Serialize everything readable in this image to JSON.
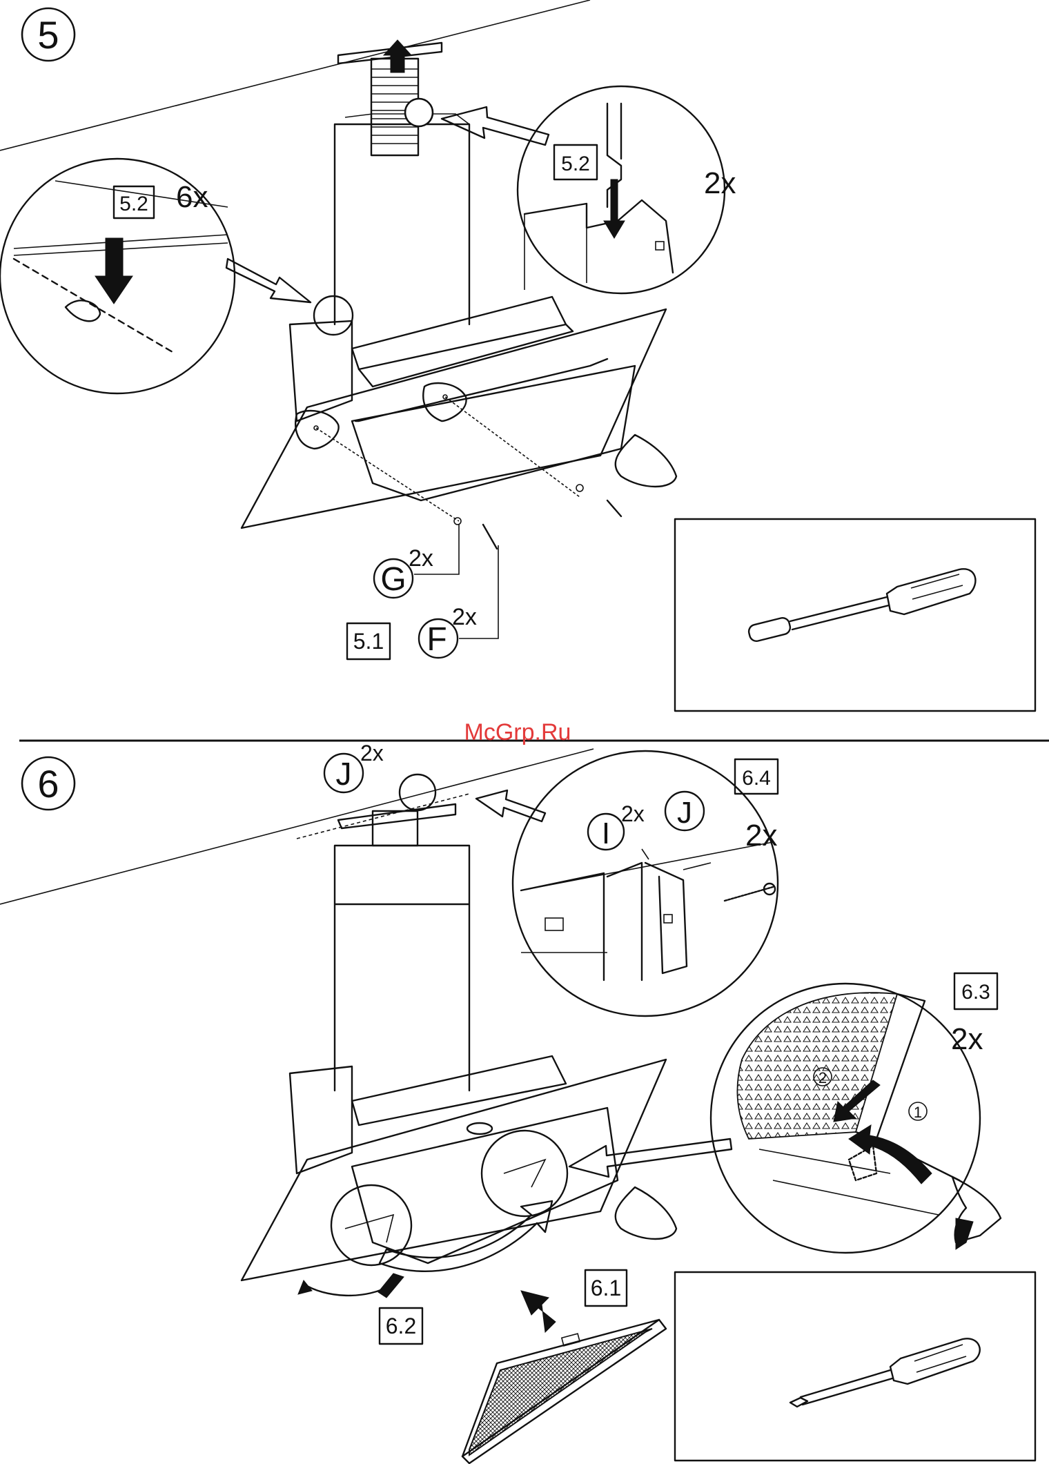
{
  "steps": {
    "step5": {
      "number": "5"
    },
    "step6": {
      "number": "6"
    }
  },
  "watermark": "McGrp.Ru",
  "labels": {
    "l5_2_left": "5.2",
    "l5_2_right": "5.2",
    "l5_1": "5.1",
    "l6_4": "6.4",
    "l6_3": "6.3",
    "l6_1": "6.1",
    "l6_2": "6.2"
  },
  "quantities": {
    "q6x": "6x",
    "q2x_5": "2x",
    "qG": "2x",
    "qF": "2x",
    "qJ_top": "2x",
    "qI": "2x",
    "q2x_64": "2x",
    "q2x_63": "2x"
  },
  "parts": {
    "G": "G",
    "F": "F",
    "J_top": "J",
    "I": "I",
    "J": "J"
  },
  "markers": {
    "one": "1",
    "two": "2"
  },
  "icons": {
    "tool5": "socket-screwdriver-icon",
    "tool6": "phillips-screwdriver-icon"
  }
}
